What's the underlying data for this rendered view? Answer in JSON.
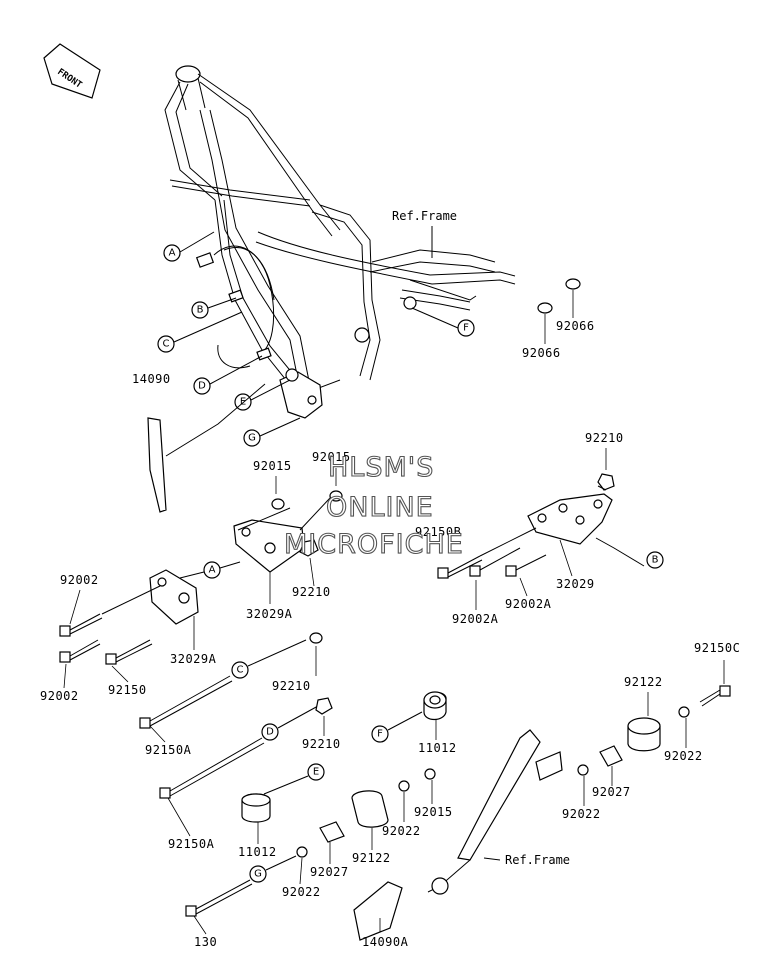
{
  "front_label": "FRONT",
  "ref_frame_top": "Ref.Frame",
  "ref_frame_bottom": "Ref.Frame",
  "callouts": {
    "a1": "A",
    "b1": "B",
    "c1": "C",
    "d1": "D",
    "e1": "E",
    "f1": "F",
    "g1": "G",
    "a2": "A",
    "b2": "B",
    "c2": "C",
    "d2": "D",
    "e2": "E",
    "f2": "F",
    "g2": "G"
  },
  "parts": {
    "p14090": "14090",
    "p92066a": "92066",
    "p92066b": "92066",
    "p92210a": "92210",
    "p92015a": "92015",
    "p92015b": "92015",
    "p92150b": "92150B",
    "p92002a": "92002",
    "p32029a": "32029A",
    "p92210b": "92210",
    "p32029": "32029",
    "p92002Aa": "92002A",
    "p92002Ab": "92002A",
    "p92002b": "92002",
    "p92150": "92150",
    "p32029Ab": "32029A",
    "p92210c": "92210",
    "p92150c": "92150C",
    "p92150Aa": "92150A",
    "p92210d": "92210",
    "p92122a": "92122",
    "p11012a": "11012",
    "p92022a": "92022",
    "p92150Ab": "92150A",
    "p92015c": "92015",
    "p92027a": "92027",
    "p92022b": "92022",
    "p11012b": "11012",
    "p92022c": "92022",
    "p92122b": "92122",
    "p92027b": "92027",
    "p92022d": "92022",
    "p130": "130",
    "p14090A": "14090A"
  },
  "watermark": {
    "line1": "HLSM'S",
    "line2": "ONLINE",
    "line3": "MICROFICHE"
  }
}
